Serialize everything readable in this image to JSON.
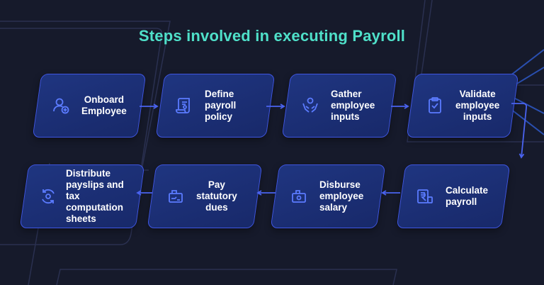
{
  "title": "Steps involved in executing Payroll",
  "colors": {
    "background": "#161a2b",
    "title": "#4fe0c9",
    "card": "#1f3580",
    "border": "#3e55e0",
    "arrow": "#4a63f0"
  },
  "steps": [
    {
      "label": "Onboard\nEmployee",
      "icon": "add-user-icon"
    },
    {
      "label": "Define\npayroll\npolicy",
      "icon": "policy-scroll-icon"
    },
    {
      "label": "Gather\nemployee\ninputs",
      "icon": "hands-gather-icon"
    },
    {
      "label": "Validate\nemployee\ninputs",
      "icon": "clipboard-check-icon"
    },
    {
      "label": "Calculate\npayroll",
      "icon": "calculator-rupee-icon"
    },
    {
      "label": "Disburse\nemployee\nsalary",
      "icon": "cash-disburse-icon"
    },
    {
      "label": "Pay\nstatutory\ndues",
      "icon": "pay-dues-icon"
    },
    {
      "label": "Distribute\npayslips and tax\ncomputation\nsheets",
      "icon": "cycle-distribute-icon"
    }
  ]
}
